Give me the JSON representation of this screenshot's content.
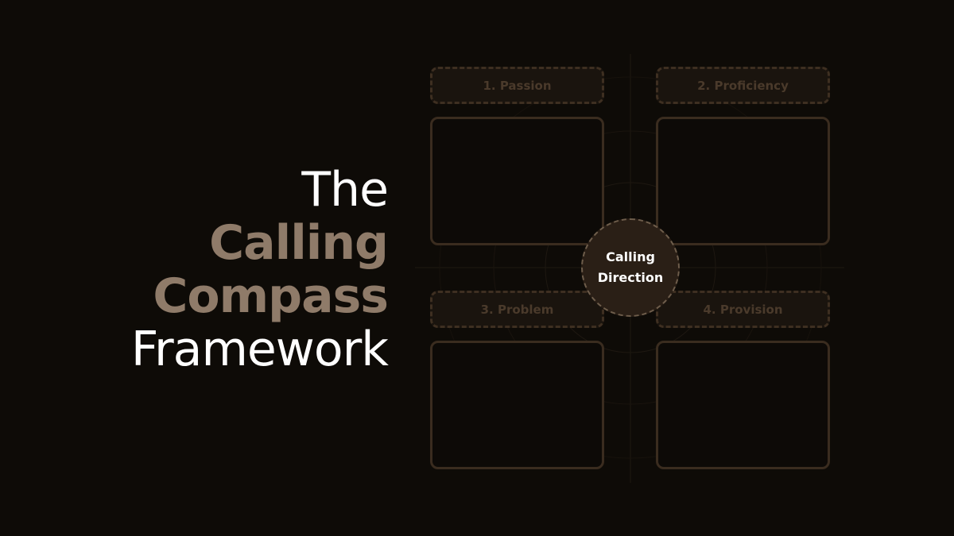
{
  "title": {
    "line1": "The",
    "line2": "Calling",
    "line3": "Compass",
    "line4": "Framework"
  },
  "quadrants": [
    {
      "label": "1. Passion"
    },
    {
      "label": "2. Proficiency"
    },
    {
      "label": "3. Problem"
    },
    {
      "label": "4. Provision"
    }
  ],
  "center": {
    "line1": "Calling",
    "line2": "Direction"
  },
  "colors": {
    "background": "#0e0b07",
    "accent": "#8f7b69",
    "border": "#3a2c1f",
    "hub": "#2a1f16"
  }
}
